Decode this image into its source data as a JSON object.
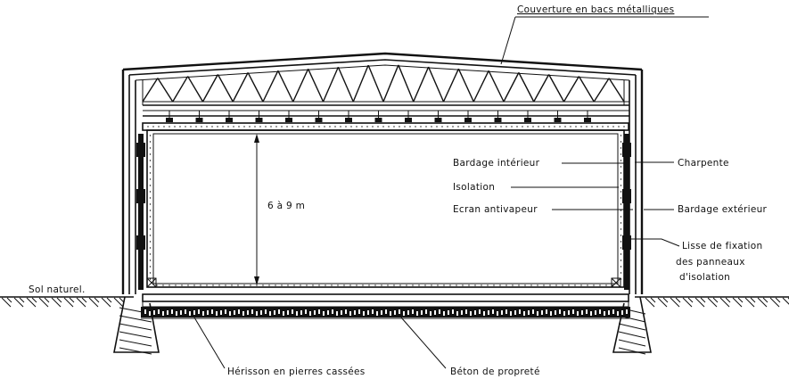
{
  "labels": {
    "couverture": "Couverture en bacs métalliques",
    "charpente": "Charpente",
    "bardage_interieur": "Bardage intérieur",
    "isolation": "Isolation",
    "ecran": "Ecran antivapeur",
    "bardage_exterieur": "Bardage extérieur",
    "lisse_line1": "Lisse de fixation",
    "lisse_line2": "des panneaux",
    "lisse_line3": "d'isolation",
    "hauteur": "6 à 9 m",
    "sol": "Sol naturel.",
    "herisson": "Hérisson en pierres cassées",
    "beton": "Béton de propreté"
  },
  "colors": {
    "ink": "#111111",
    "paper": "#ffffff"
  }
}
